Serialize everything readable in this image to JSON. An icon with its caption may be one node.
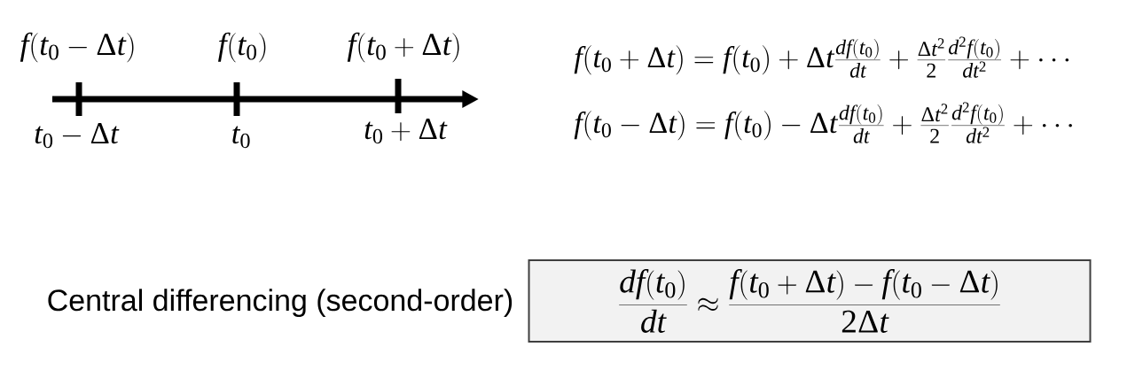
{
  "diagram": {
    "nodes": [
      {
        "text": [
          "\\frac{df(t_0)}{dt}\\approx\\frac{f(t_0+\\Delta t)-f(t_0-\\Delta t)}{2\\Delta t}"
        ],
        "beside": [
          "Central differencing (second-order)"
        ]
      }
    ],
    "labels": [
      "f(t_0-\\Delta t)",
      "f(t_0)",
      "f(t_0+\\Delta t)",
      "t_0-\\Delta t",
      "t_0",
      "t_0+\\Delta t",
      "f(t_0+\\Delta t)=f(t_0)+\\Delta t\\frac{df(t_0)}{dt}+\\frac{\\Delta t^2}{2}\\frac{d^2f(t_0)}{dt^2}+\\cdots",
      "f(t_0-\\Delta t)=f(t_0)-\\Delta t\\frac{df(t_0)}{dt}+\\frac{\\Delta t^2}{2}\\frac{d^2f(t_0)}{dt^2}+\\cdots"
    ]
  }
}
